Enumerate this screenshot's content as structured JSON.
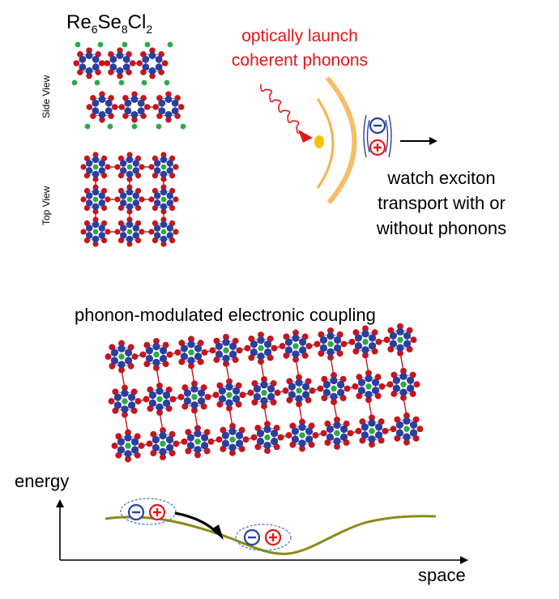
{
  "top_left": {
    "formula_parts": [
      "Re",
      "6",
      "Se",
      "8",
      "Cl",
      "2"
    ],
    "side_view_label": "Side View",
    "top_view_label": "Top View"
  },
  "top_right": {
    "launch_caption_line1": "optically launch",
    "launch_caption_line2": "coherent phonons",
    "watch_caption_line1": "watch exciton",
    "watch_caption_line2": "transport with or",
    "watch_caption_line3": "without phonons"
  },
  "bottom": {
    "title": "phonon-modulated electronic coupling",
    "y_axis_label": "energy",
    "x_axis_label": "space"
  },
  "colors": {
    "rhenium": "#2a3f9e",
    "selenium": "#c4161c",
    "chlorine": "#2ea84a",
    "caption_red": "#e8141b",
    "wave_orange": "#f5b24d",
    "energy_curve": "#8a8a1a"
  },
  "icons": {
    "electron": "minus-circle-icon",
    "hole": "plus-circle-icon"
  }
}
